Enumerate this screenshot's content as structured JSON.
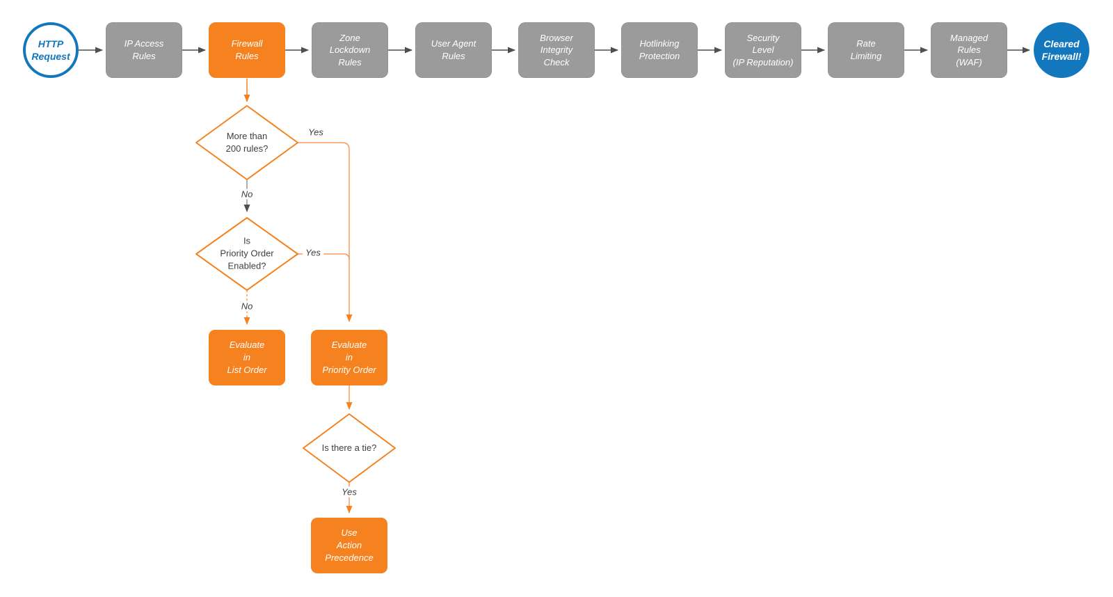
{
  "flow": {
    "start": {
      "label": "HTTP\nRequest"
    },
    "pipeline": [
      {
        "label": "IP Access\nRules"
      },
      {
        "label": "Firewall\nRules"
      },
      {
        "label": "Zone\nLockdown\nRules"
      },
      {
        "label": "User Agent\nRules"
      },
      {
        "label": "Browser\nIntegrity\nCheck"
      },
      {
        "label": "Hotlinking\nProtection"
      },
      {
        "label": "Security\nLevel\n(IP Reputation)"
      },
      {
        "label": "Rate\nLimiting"
      },
      {
        "label": "Managed\nRules\n(WAF)"
      }
    ],
    "end": {
      "label": "Cleared\nFirewall!"
    },
    "decisions": [
      {
        "label": "More than\n200 rules?",
        "yes": "Yes",
        "no": "No"
      },
      {
        "label": "Is\nPriority Order\nEnabled?",
        "yes": "Yes",
        "no": "No"
      },
      {
        "label": "Is there a tie?",
        "yes": "Yes"
      }
    ],
    "actions": [
      {
        "label": "Evaluate\nin\nList Order"
      },
      {
        "label": "Evaluate\nin\nPriority Order"
      },
      {
        "label": "Use\nAction\nPrecedence"
      }
    ]
  },
  "colors": {
    "accent_orange": "#F6821F",
    "stage_gray": "#9B9B9B",
    "accent_blue": "#1377BE",
    "arrow_gray": "#4F4F4F",
    "label_text": "#3F3F3F"
  }
}
